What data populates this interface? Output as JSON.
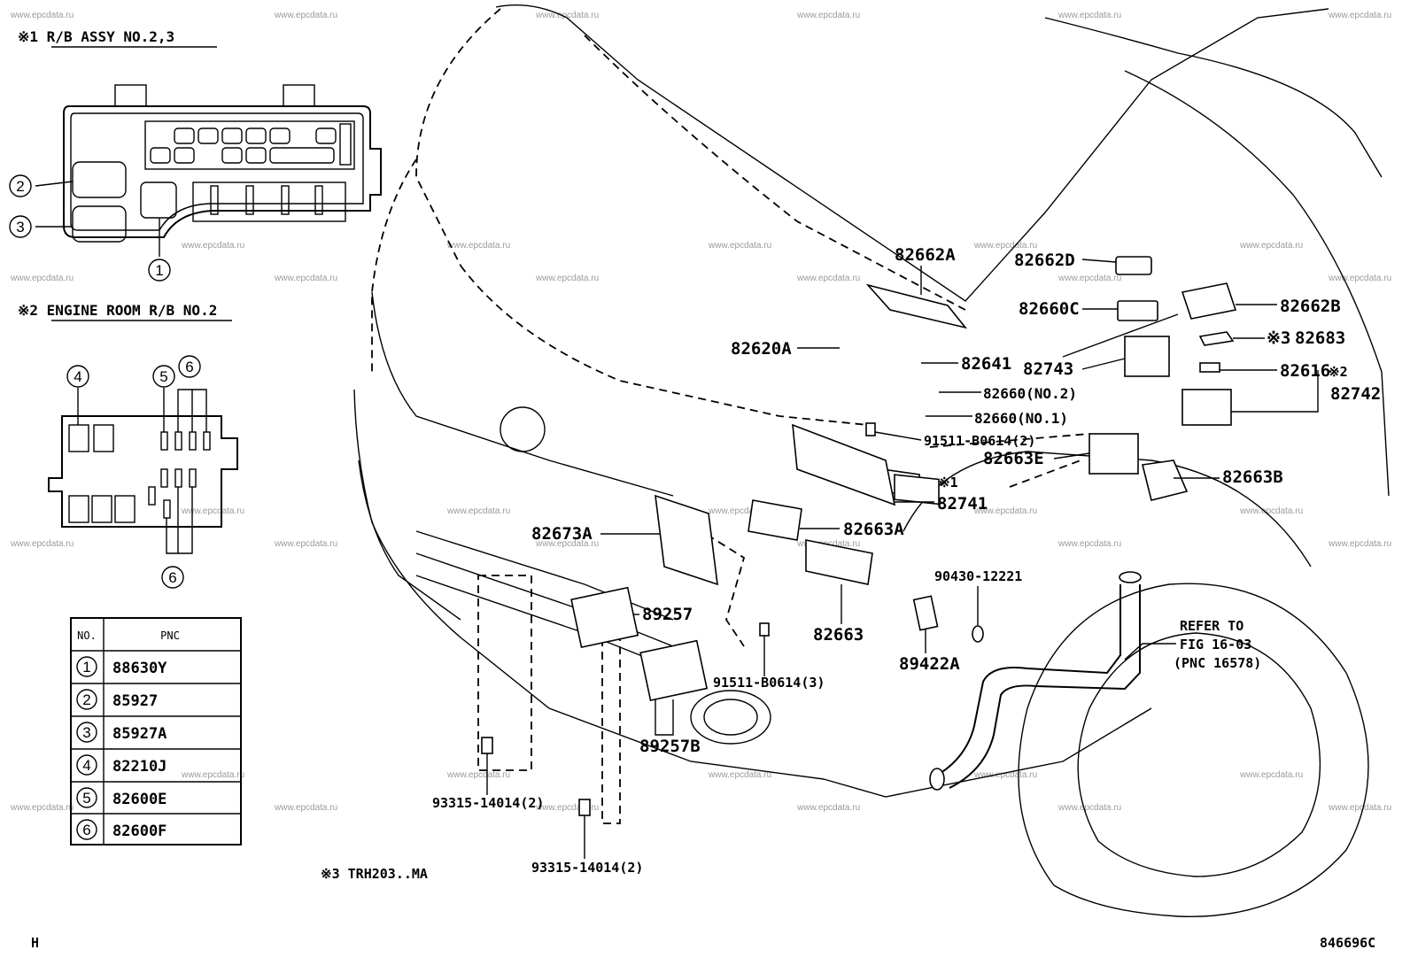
{
  "watermark": "www.epcdata.ru",
  "notes": {
    "n1": "※1 R/B ASSY NO.2,3",
    "n2": "※2 ENGINE ROOM R/B NO.2",
    "n3": "※3 TRH203..MA"
  },
  "callouts": [
    "1",
    "2",
    "3",
    "4",
    "5",
    "6"
  ],
  "table": {
    "headers": [
      "NO.",
      "PNC"
    ],
    "rows": [
      {
        "no": "1",
        "pnc": "88630Y"
      },
      {
        "no": "2",
        "pnc": "85927"
      },
      {
        "no": "3",
        "pnc": "85927A"
      },
      {
        "no": "4",
        "pnc": "82210J"
      },
      {
        "no": "5",
        "pnc": "82600E"
      },
      {
        "no": "6",
        "pnc": "82600F"
      }
    ]
  },
  "parts": {
    "p82662A": "82662A",
    "p82662D": "82662D",
    "p82660C": "82660C",
    "p82662B": "82662B",
    "p82620A": "82620A",
    "p82641": "82641",
    "p82683": "82683",
    "p82683_mark": "※3",
    "p82743": "82743",
    "p82616": "82616",
    "p82742_mark": "※2",
    "p82742": "82742",
    "p82660_no2": "82660(NO.2)",
    "p82660_no1": "82660(NO.1)",
    "p91511_2": "91511-B0614(2)",
    "p82663E": "82663E",
    "p82663B": "82663B",
    "p82741_mark": "※1",
    "p82741": "82741",
    "p82673A": "82673A",
    "p82663A": "82663A",
    "p90430": "90430-12221",
    "p89257": "89257",
    "p82663": "82663",
    "p89422A": "89422A",
    "p91511_3": "91511-B0614(3)",
    "p89257B": "89257B",
    "p93315_a": "93315-14014(2)",
    "p93315_b": "93315-14014(2)",
    "refer1": "REFER TO",
    "refer2": "FIG 16-03",
    "refer3": "(PNC 16578)"
  },
  "footer": {
    "left": "H",
    "right": "846696C"
  }
}
